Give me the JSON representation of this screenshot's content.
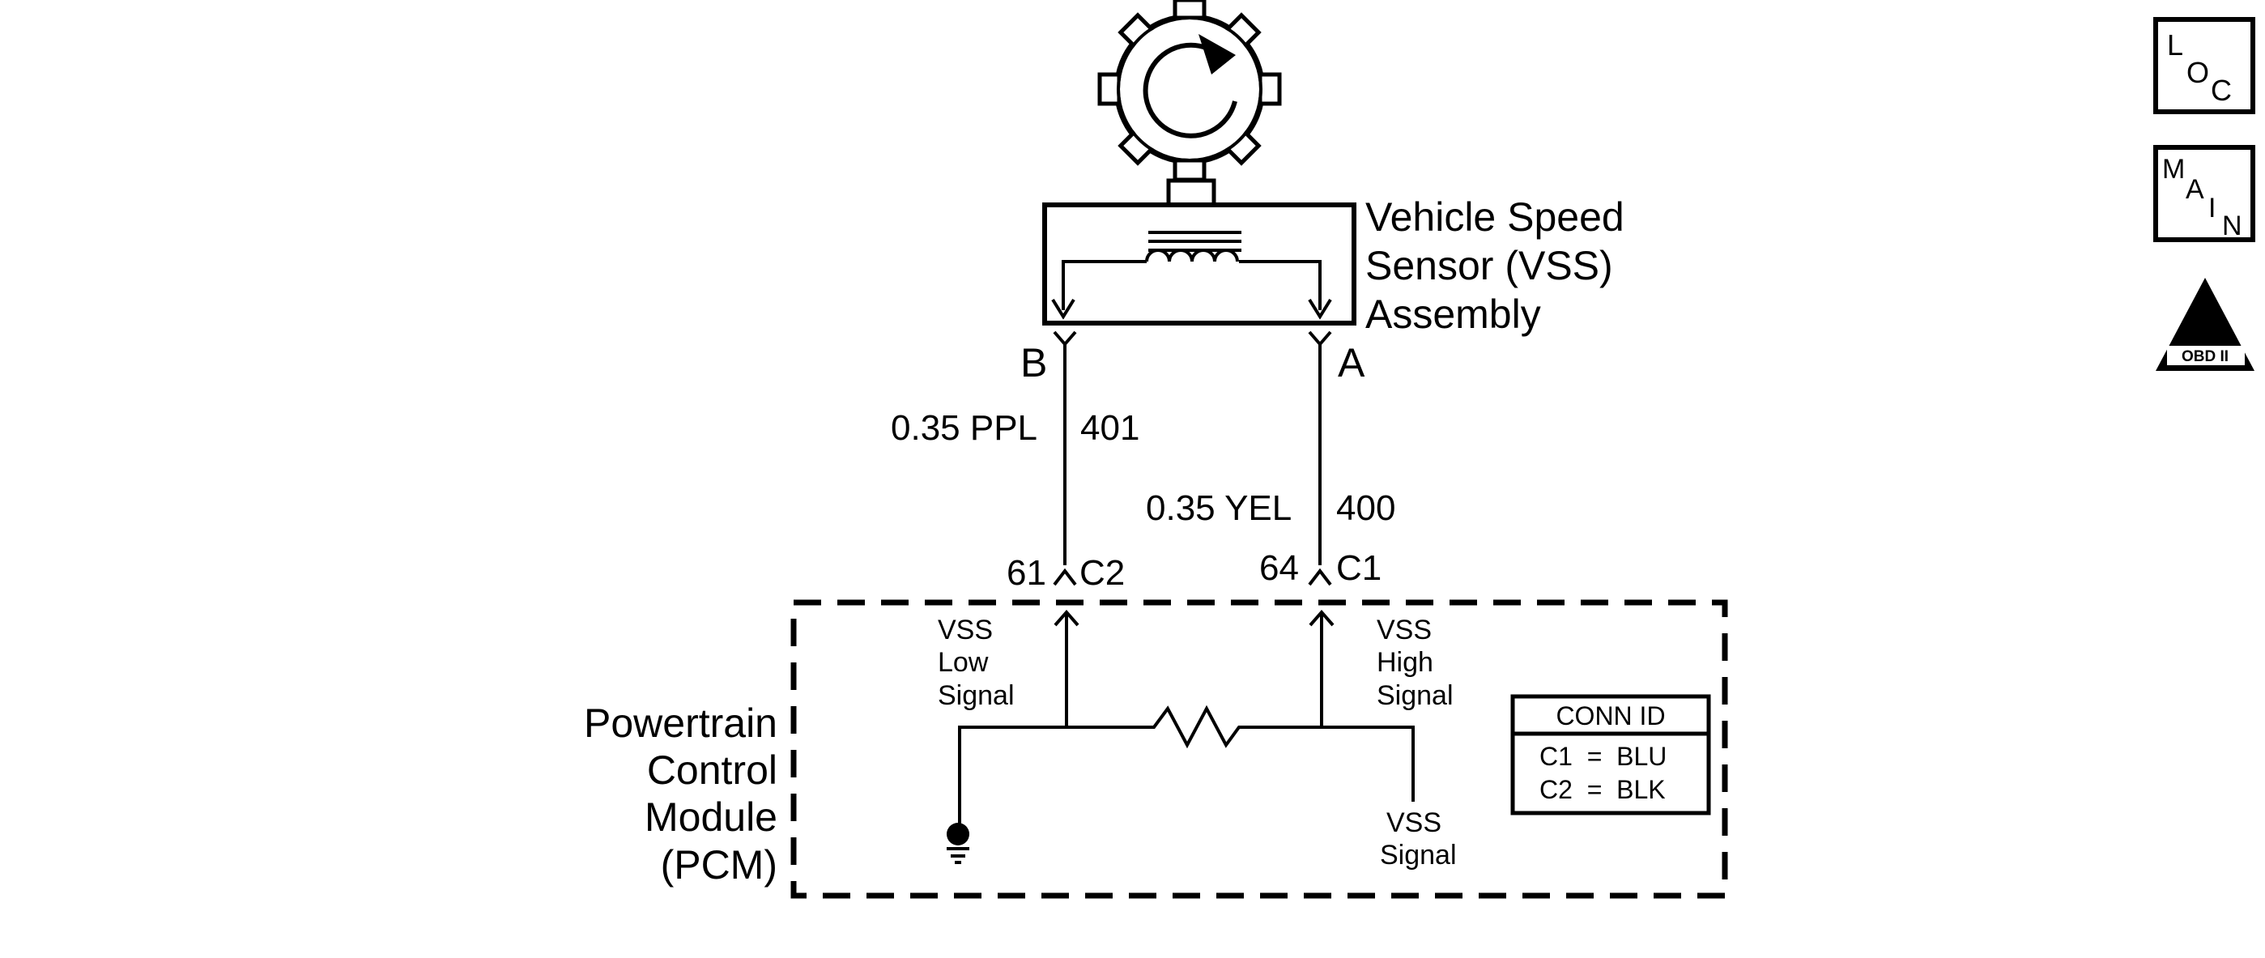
{
  "sensor": {
    "title_line1": "Vehicle Speed",
    "title_line2": "Sensor (VSS)",
    "title_line3": "Assembly",
    "pin_b": "B",
    "pin_a": "A"
  },
  "wires": {
    "left_gauge": "0.35 PPL",
    "left_circuit": "401",
    "right_gauge": "0.35 YEL",
    "right_circuit": "400"
  },
  "pcm_connectors": {
    "left_pin": "61",
    "left_conn": "C2",
    "right_pin": "64",
    "right_conn": "C1"
  },
  "pcm": {
    "title_line1": "Powertrain",
    "title_line2": "Control",
    "title_line3": "Module",
    "title_line4": "(PCM)",
    "low_line1": "VSS",
    "low_line2": "Low",
    "low_line3": "Signal",
    "high_line1": "VSS",
    "high_line2": "High",
    "high_line3": "Signal",
    "out_line1": "VSS",
    "out_line2": "Signal"
  },
  "conn_id": {
    "header": "CONN ID",
    "row1": "C1  =  BLU",
    "row2": "C2  =  BLK"
  },
  "badges": {
    "loc_l": "L",
    "loc_o": "O",
    "loc_c": "C",
    "main_m": "M",
    "main_a": "A",
    "main_i": "I",
    "main_n": "N",
    "obd_roman": "II",
    "obd_text": "OBD II"
  }
}
